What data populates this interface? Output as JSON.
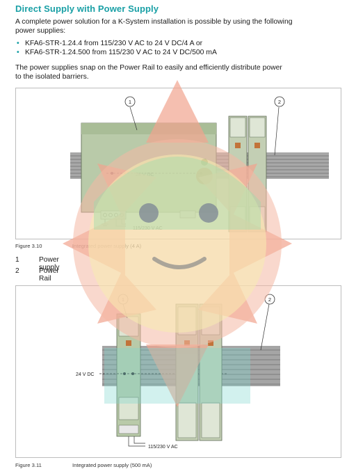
{
  "heading": "Direct Supply with Power Supply",
  "intro": "A complete power solution for a K-System installation is possible by using the following power supplies:",
  "intro_line1": "A complete power solution for a K-System installation is possible by using the following",
  "intro_line2": "power supplies:",
  "bullets": [
    "KFA6-STR-1.24.4 from 115/230 V AC to 24 V DC/4 A or",
    "KFA6-STR-1.24.500 from 115/230 V AC to 24 V DC/500 mA"
  ],
  "para2_line1": "The power supplies snap on the Power Rail to easily and efficiently distribute power",
  "para2_line2": "to the isolated barriers.",
  "figure1": {
    "callout1": "1",
    "callout2": "2",
    "label_dc": "24 V DC",
    "label_ac": "115/230 V AC",
    "caption_num": "Figure 3.10",
    "caption_text": "Integrated power supply (4 A)"
  },
  "legend": [
    {
      "num": "1",
      "label": "Power supply"
    },
    {
      "num": "2",
      "label": "Power Rail"
    }
  ],
  "figure2": {
    "callout1": "1",
    "callout2": "2",
    "label_dc": "24 V DC",
    "label_ac": "115/230 V AC",
    "caption_num": "Figure 3.11",
    "caption_text": "Integrated power supply (500 mA)"
  },
  "colors": {
    "heading": "#1aa0a6",
    "module_green": "#b7c9a8",
    "rail_gray": "#9e9e9e",
    "overlay_red": "#f2a48f",
    "overlay_yellow": "#f7ecb0",
    "overlay_green": "#9fdcaa",
    "overlay_cyan": "#7fd8cf"
  }
}
